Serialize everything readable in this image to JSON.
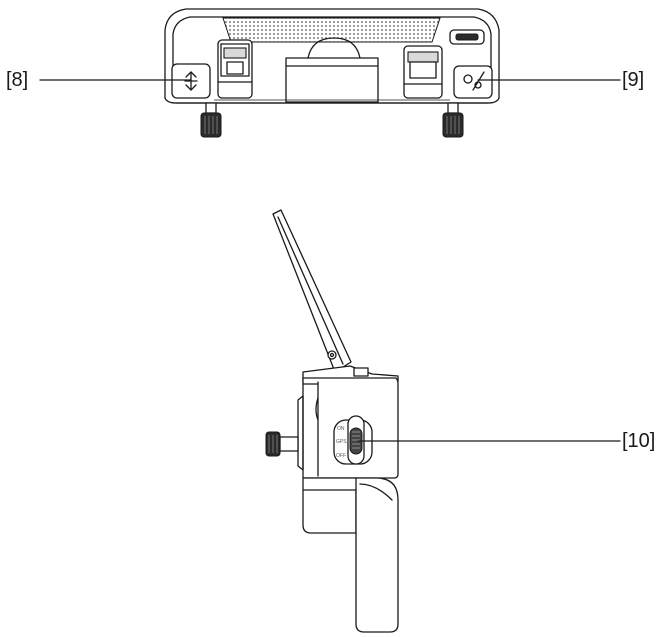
{
  "callouts": {
    "c8": "[8]",
    "c9": "[9]",
    "c10": "[10]"
  },
  "switch": {
    "on": "ON",
    "mid": "GPS",
    "off": "OFF"
  },
  "colors": {
    "line": "#1a1a1a",
    "shade": "#d9d9d9",
    "dark": "#2b2b2b"
  }
}
